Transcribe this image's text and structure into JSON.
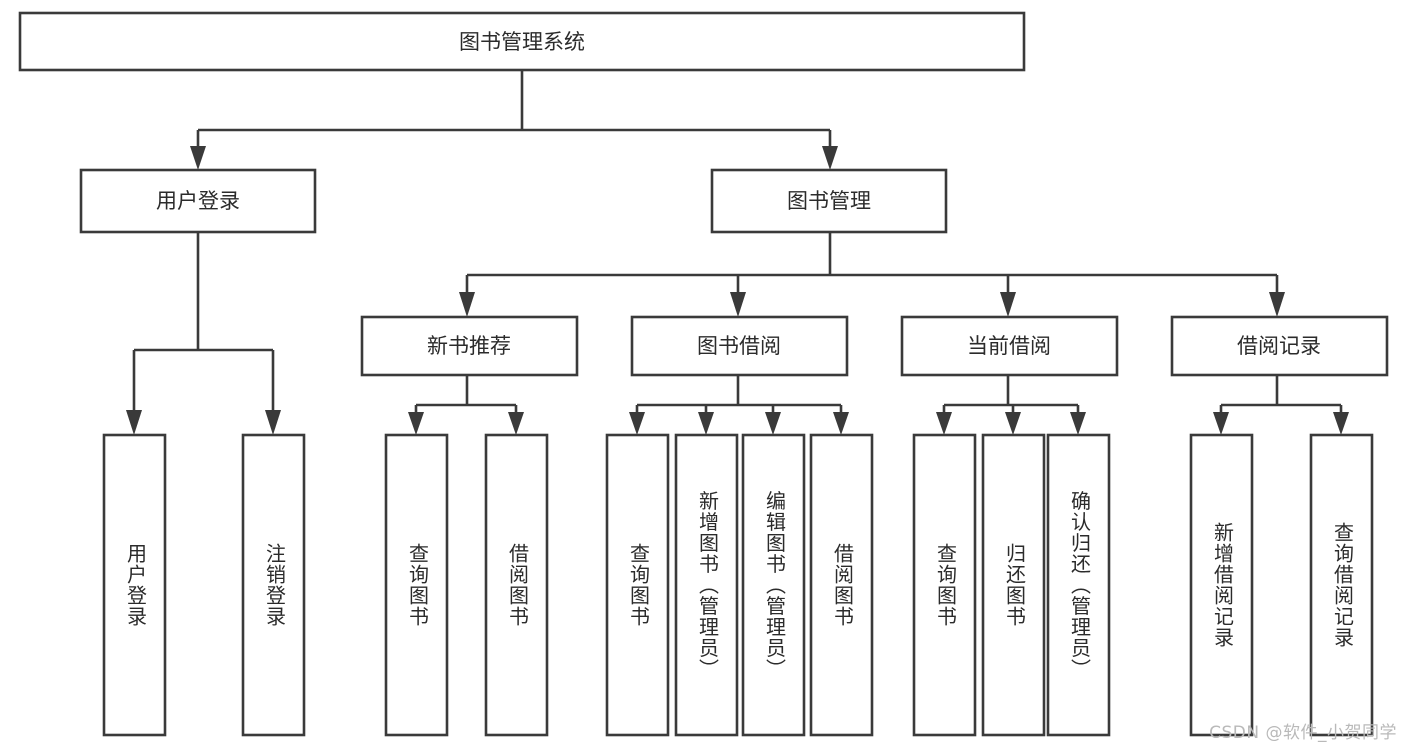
{
  "diagram": {
    "title": "图书管理系统",
    "type": "tree-hierarchy",
    "orientation": "top-down",
    "root": {
      "label": "图书管理系统"
    },
    "level2": [
      {
        "label": "用户登录"
      },
      {
        "label": "图书管理"
      }
    ],
    "level3": [
      {
        "label": "新书推荐"
      },
      {
        "label": "图书借阅"
      },
      {
        "label": "当前借阅"
      },
      {
        "label": "借阅记录"
      }
    ],
    "leaves_user_login": [
      {
        "label": "用户登录"
      },
      {
        "label": "注销登录"
      }
    ],
    "leaves_new_book": [
      {
        "label": "查询图书"
      },
      {
        "label": "借阅图书"
      }
    ],
    "leaves_borrow": [
      {
        "label": "查询图书"
      },
      {
        "label": "新增图书（管理员）"
      },
      {
        "label": "编辑图书（管理员）"
      },
      {
        "label": "借阅图书"
      }
    ],
    "leaves_current": [
      {
        "label": "查询图书"
      },
      {
        "label": "归还图书"
      },
      {
        "label": "确认归还（管理员）"
      }
    ],
    "leaves_records": [
      {
        "label": "新增借阅记录"
      },
      {
        "label": "查询借阅记录"
      }
    ]
  },
  "colors": {
    "box_stroke": "#3a3a3a",
    "box_fill": "#ffffff",
    "text": "#2b2b2b",
    "background": "#ffffff",
    "watermark": "#b9b9b9"
  },
  "watermark": {
    "text": "CSDN @软件_小贺同学"
  }
}
